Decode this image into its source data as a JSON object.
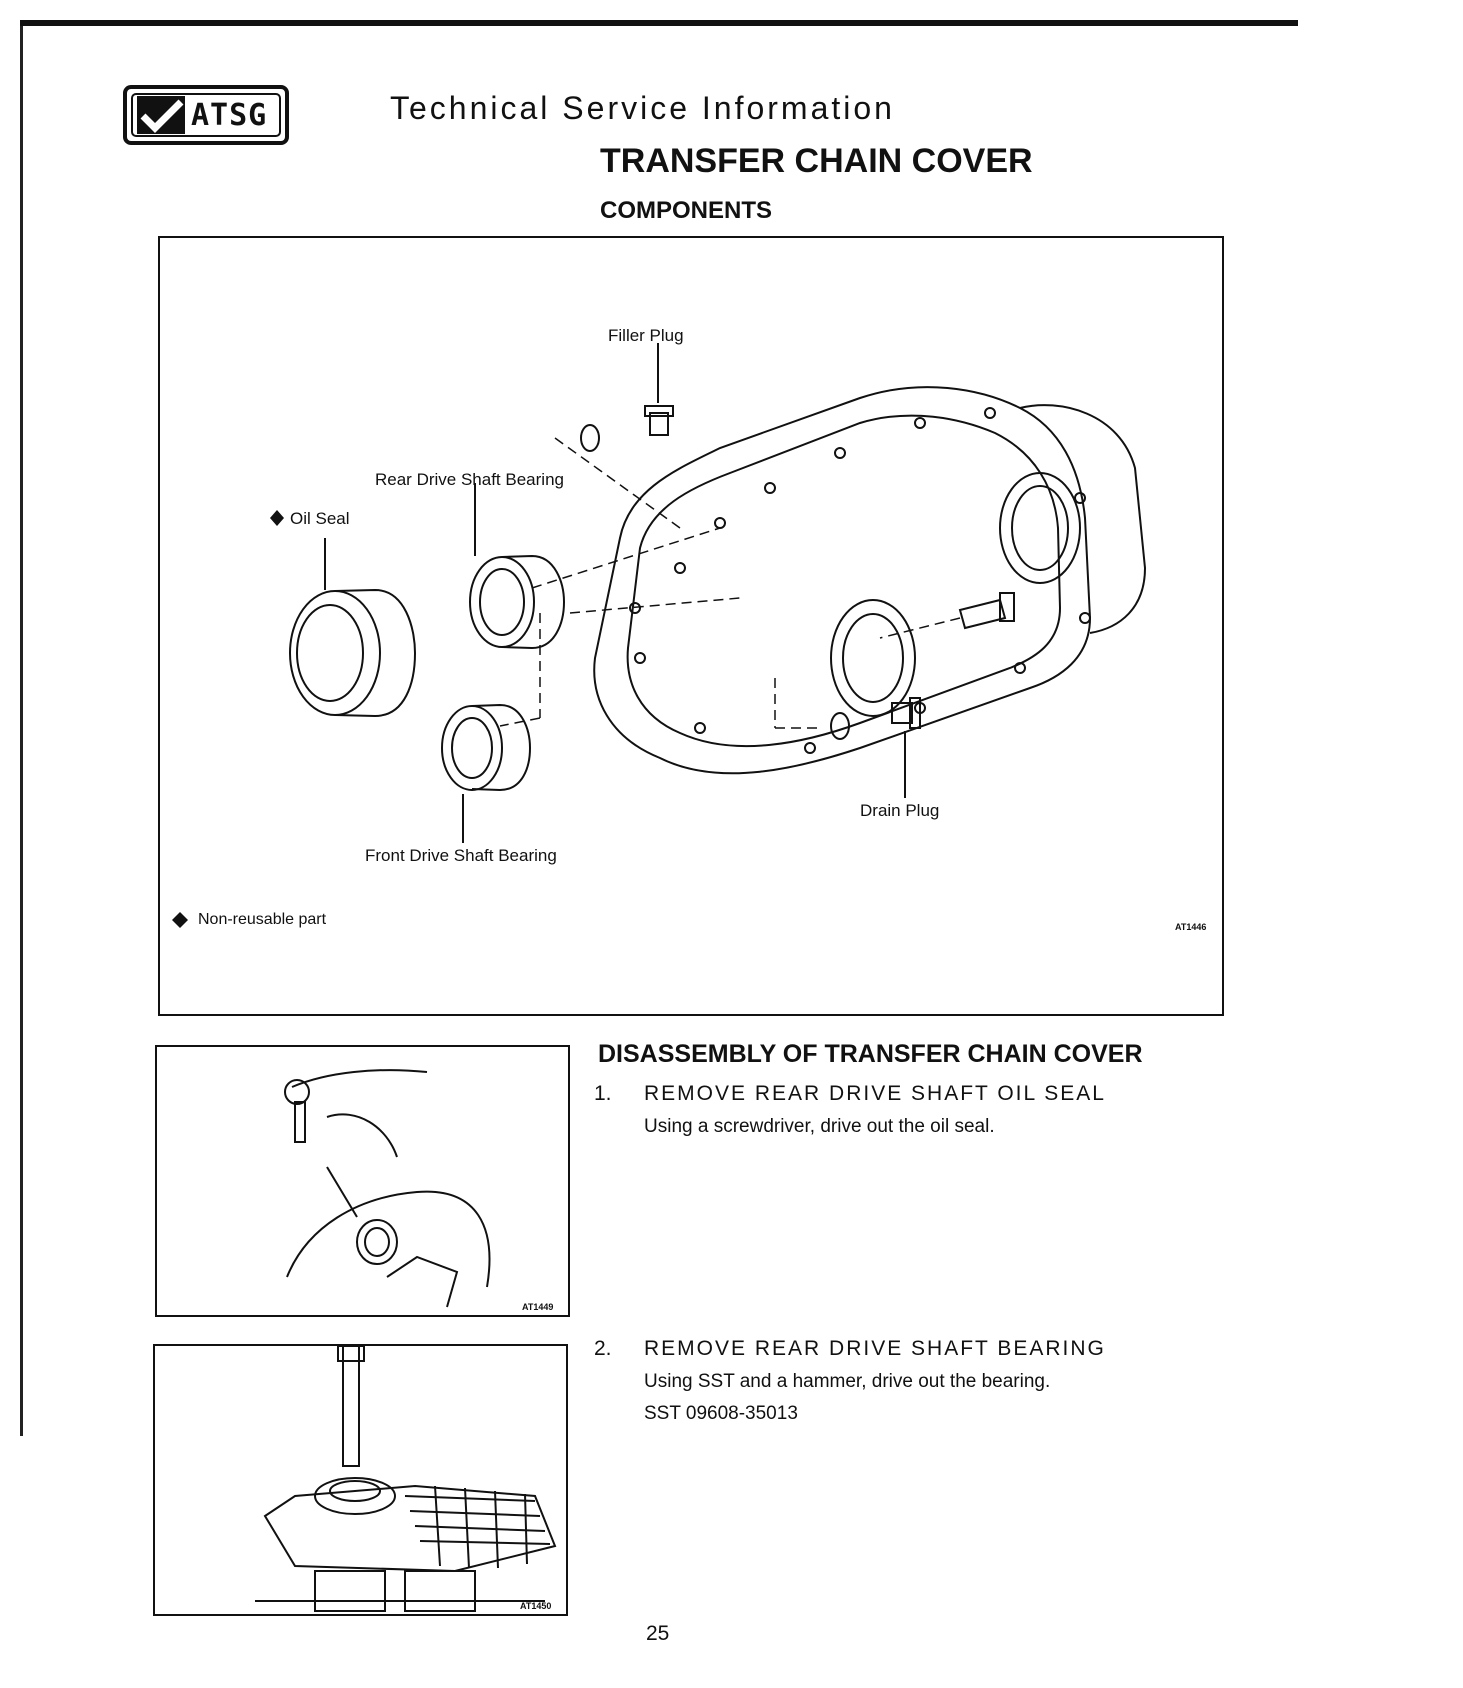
{
  "header": {
    "logo_text": "ATSG",
    "doc_type": "Technical Service Information",
    "title": "TRANSFER CHAIN COVER",
    "subtitle": "COMPONENTS"
  },
  "figure_components": {
    "labels": {
      "filler_plug": "Filler Plug",
      "rear_drive_shaft_bearing": "Rear Drive Shaft Bearing",
      "oil_seal": "Oil Seal",
      "front_drive_shaft_bearing": "Front Drive Shaft Bearing",
      "drain_plug": "Drain Plug"
    },
    "legend": "Non-reusable part",
    "code": "AT1446"
  },
  "disassembly": {
    "title": "DISASSEMBLY OF TRANSFER CHAIN COVER",
    "steps": [
      {
        "num": "1.",
        "heading": "REMOVE REAR DRIVE SHAFT OIL SEAL",
        "text": "Using a screwdriver, drive out the oil seal.",
        "sst": ""
      },
      {
        "num": "2.",
        "heading": "REMOVE REAR DRIVE SHAFT BEARING",
        "text": "Using SST and a hammer, drive out the bearing.",
        "sst": "SST 09608-35013"
      }
    ]
  },
  "figure_step1": {
    "code": "AT1449"
  },
  "figure_step2": {
    "code": "AT1450"
  },
  "page_number": "25"
}
